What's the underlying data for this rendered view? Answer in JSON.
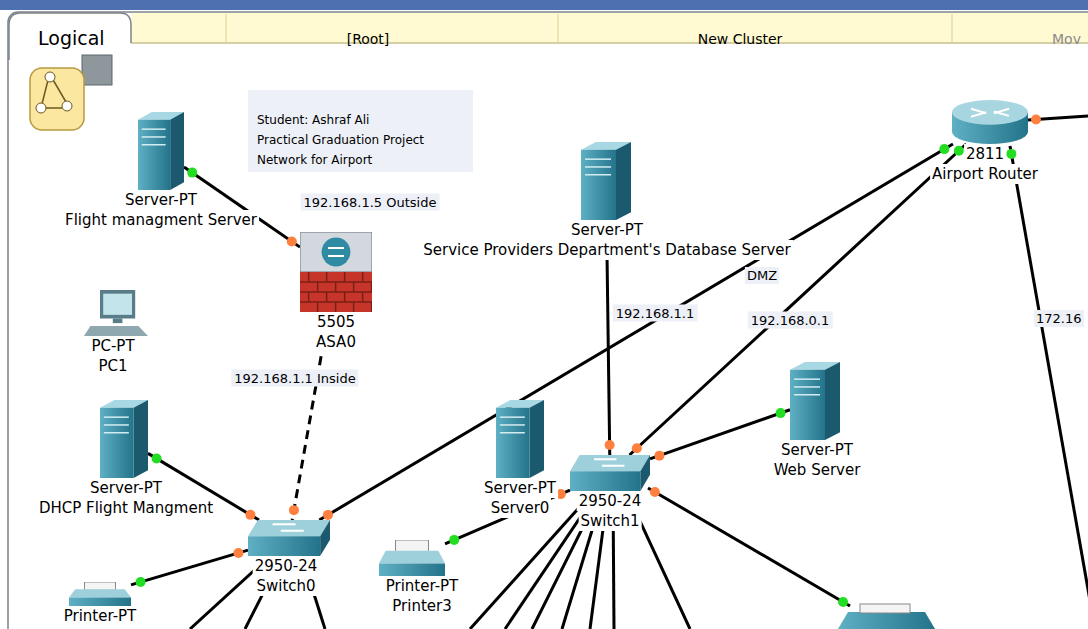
{
  "diagram": {
    "nodes": [
      {
        "text": [
          "Server-PT",
          "Flight managment Server"
        ]
      },
      {
        "text": [
          "5505",
          "ASA0"
        ]
      },
      {
        "text": [
          "PC-PT",
          "PC1"
        ]
      },
      {
        "text": [
          "Server-PT",
          "DHCP Flight Mangment"
        ]
      },
      {
        "text": [
          "2950-24",
          "Switch0"
        ]
      },
      {
        "text": [
          "Printer-PT"
        ]
      },
      {
        "text": [
          "Server-PT",
          "Server0"
        ]
      },
      {
        "text": [
          "Printer-PT",
          "Printer3"
        ]
      },
      {
        "text": [
          "Server-PT",
          "Service Providers Department's Database Server"
        ]
      },
      {
        "text": [
          "2950-24",
          "Switch1"
        ]
      },
      {
        "text": [
          "Server-PT",
          "Web Server"
        ]
      },
      {
        "text": [
          "2811",
          "Airport Router"
        ]
      }
    ],
    "edges": [
      {
        "from": 0,
        "to": 1,
        "arrow": "none",
        "label": "192.168.1.5 Outside"
      },
      {
        "from": 1,
        "to": 4,
        "arrow": "none",
        "label": "192.168.1.1 Inside"
      },
      {
        "from": 3,
        "to": 4,
        "arrow": "none"
      },
      {
        "from": 5,
        "to": 4,
        "arrow": "none"
      },
      {
        "from": 4,
        "to": 11,
        "arrow": "none",
        "label": "192.168.1.1"
      },
      {
        "from": 8,
        "to": 9,
        "arrow": "none"
      },
      {
        "from": 9,
        "to": 11,
        "arrow": "none",
        "label": "192.168.0.1"
      },
      {
        "from": 10,
        "to": 9,
        "arrow": "none"
      },
      {
        "from": 7,
        "to": 9,
        "arrow": "none"
      }
    ],
    "labels": [
      "Logical",
      "[Root]",
      "New Cluster",
      "Mov",
      "Student: Ashraf Ali",
      "Practical Graduation Project",
      "Network for Airport",
      "DMZ",
      "172.16"
    ]
  }
}
